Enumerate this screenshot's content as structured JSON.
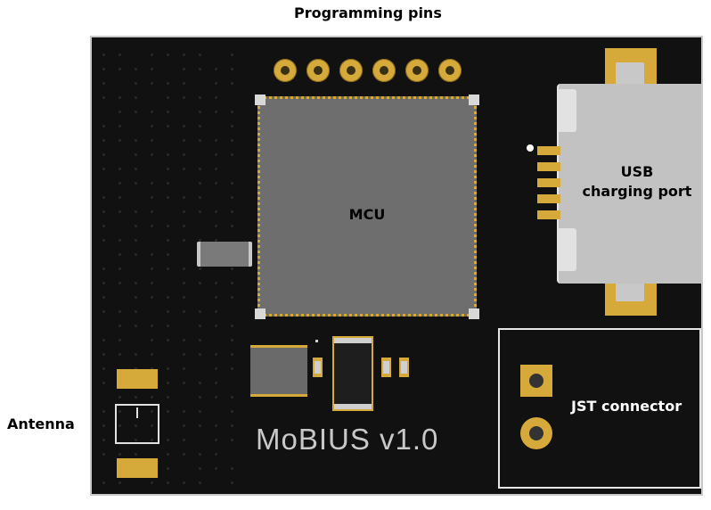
{
  "labels": {
    "programming_pins": "Programming pins",
    "antenna": "Antenna",
    "mcu": "MCU",
    "usb_line1": "USB",
    "usb_line2": "charging port",
    "jst": "JST connector",
    "board_title": "MoBIUS v1.0"
  },
  "colors": {
    "board": "#111111",
    "pad_gold": "#d6a93b",
    "chip_grey": "#6e6e6e",
    "outline": "#e6e6e6"
  }
}
